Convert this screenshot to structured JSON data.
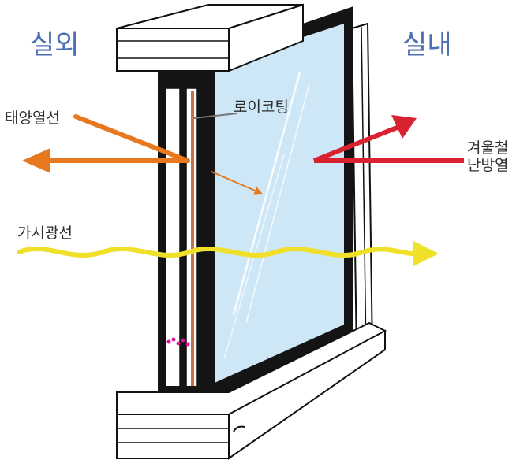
{
  "labels": {
    "outdoor": "실외",
    "indoor": "실내",
    "solar_heat": "태양열선",
    "low_e_coating": "로이코팅",
    "winter_heating_line1": "겨울철",
    "winter_heating_line2": "난방열",
    "visible_light": "가시광선"
  },
  "colors": {
    "title_text": "#4a6fb5",
    "label_text": "#2d2d2d",
    "glass": "#cde7f6",
    "frame_dark": "#111111",
    "coating": "#c8724a",
    "solar_arrow": "#e8781e",
    "heating_arrow": "#d8222f",
    "visible_light_wave": "#f1e02a"
  }
}
